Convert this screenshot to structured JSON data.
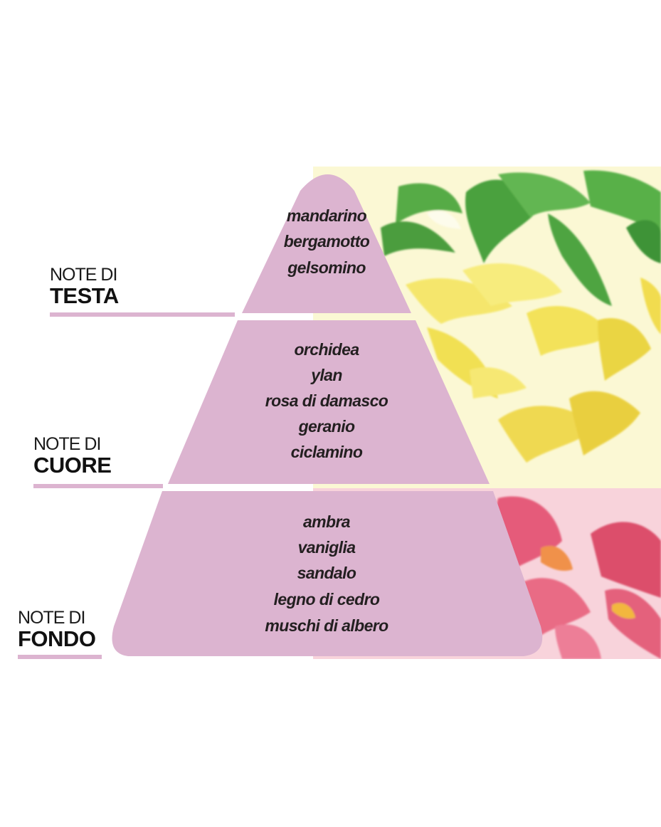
{
  "colors": {
    "pyramid_fill": "#dcb4d0",
    "underline": "#dcb4d0",
    "text": "#231f20",
    "leaf_green": "#3d9a32",
    "flower_yellow": "#f3e347",
    "background_yellow": "#fbf8d4",
    "flower_pink": "#e4506c",
    "background_pink": "#f7c8d2"
  },
  "tiers": [
    {
      "label_line1": "NOTE DI",
      "label_line2": "TESTA",
      "notes": [
        "mandarino",
        "bergamotto",
        "gelsomino"
      ]
    },
    {
      "label_line1": "NOTE DI",
      "label_line2": "CUORE",
      "notes": [
        "orchidea",
        "ylan",
        "rosa di damasco",
        "geranio",
        "ciclamino"
      ]
    },
    {
      "label_line1": "NOTE DI",
      "label_line2": "FONDO",
      "notes": [
        "ambra",
        "vaniglia",
        "sandalo",
        "legno di cedro",
        "muschi di albero"
      ]
    }
  ]
}
